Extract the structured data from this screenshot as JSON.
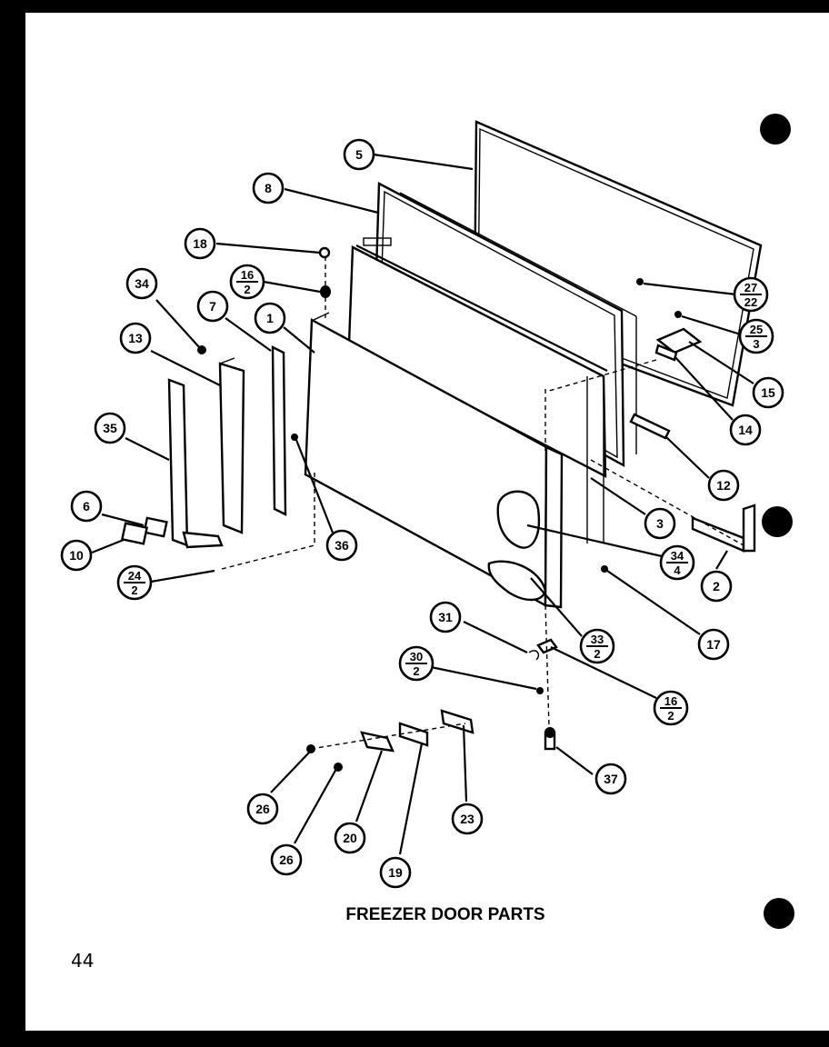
{
  "title": "FREEZER DOOR PARTS",
  "page_number": "44",
  "callouts": [
    {
      "id": "5",
      "top": "5"
    },
    {
      "id": "8",
      "top": "8"
    },
    {
      "id": "18",
      "top": "18"
    },
    {
      "id": "16-2-top",
      "top": "16",
      "bottom": "2"
    },
    {
      "id": "34",
      "top": "34"
    },
    {
      "id": "7",
      "top": "7"
    },
    {
      "id": "1",
      "top": "1"
    },
    {
      "id": "13",
      "top": "13"
    },
    {
      "id": "27-22",
      "top": "27",
      "bottom": "22"
    },
    {
      "id": "25-3",
      "top": "25",
      "bottom": "3"
    },
    {
      "id": "15",
      "top": "15"
    },
    {
      "id": "14",
      "top": "14"
    },
    {
      "id": "35",
      "top": "35"
    },
    {
      "id": "12",
      "top": "12"
    },
    {
      "id": "6",
      "top": "6"
    },
    {
      "id": "3",
      "top": "3"
    },
    {
      "id": "36",
      "top": "36"
    },
    {
      "id": "10",
      "top": "10"
    },
    {
      "id": "34-4",
      "top": "34",
      "bottom": "4"
    },
    {
      "id": "2",
      "top": "2"
    },
    {
      "id": "24-2",
      "top": "24",
      "bottom": "2"
    },
    {
      "id": "17",
      "top": "17"
    },
    {
      "id": "31",
      "top": "31"
    },
    {
      "id": "33-2",
      "top": "33",
      "bottom": "2"
    },
    {
      "id": "30-2",
      "top": "30",
      "bottom": "2"
    },
    {
      "id": "16-2-bottom",
      "top": "16",
      "bottom": "2"
    },
    {
      "id": "37",
      "top": "37"
    },
    {
      "id": "26-a",
      "top": "26"
    },
    {
      "id": "23",
      "top": "23"
    },
    {
      "id": "20",
      "top": "20"
    },
    {
      "id": "26-b",
      "top": "26"
    },
    {
      "id": "19",
      "top": "19"
    }
  ]
}
